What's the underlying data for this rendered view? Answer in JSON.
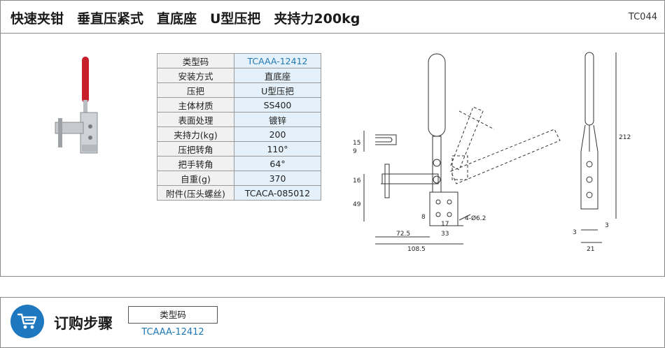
{
  "header": {
    "title": "快速夹钳　垂直压紧式　直底座　U型压把　夹持力200kg",
    "code": "TC044"
  },
  "spec_table": {
    "rows": [
      {
        "label": "类型码",
        "value": "TCAAA-12412"
      },
      {
        "label": "安装方式",
        "value": "直底座"
      },
      {
        "label": "压把",
        "value": "U型压把"
      },
      {
        "label": "主体材质",
        "value": "SS400"
      },
      {
        "label": "表面处理",
        "value": "镀锌"
      },
      {
        "label": "夹持力(kg)",
        "value": "200"
      },
      {
        "label": "压把转角",
        "value": "110°"
      },
      {
        "label": "把手转角",
        "value": "64°"
      },
      {
        "label": "自重(g)",
        "value": "370"
      },
      {
        "label": "附件(压头螺丝)",
        "value": "TCACA-085012"
      }
    ]
  },
  "drawing": {
    "dims": {
      "d15": "15",
      "d9": "9",
      "d16": "16",
      "d49": "49",
      "d8": "8",
      "d17": "17",
      "d33": "33",
      "d72_5": "72.5",
      "d108_5": "108.5",
      "hole": "4-Ø6.2",
      "d212": "212",
      "d3a": "3",
      "d3b": "3",
      "d21": "21"
    }
  },
  "order": {
    "title": "订购步骤",
    "box_label": "类型码",
    "value": "TCAAA-12412"
  },
  "colors": {
    "accent": "#1d78c0",
    "link": "#1f78b4",
    "table_value_bg": "#e4f1fb",
    "handle_red": "#c8202a"
  }
}
